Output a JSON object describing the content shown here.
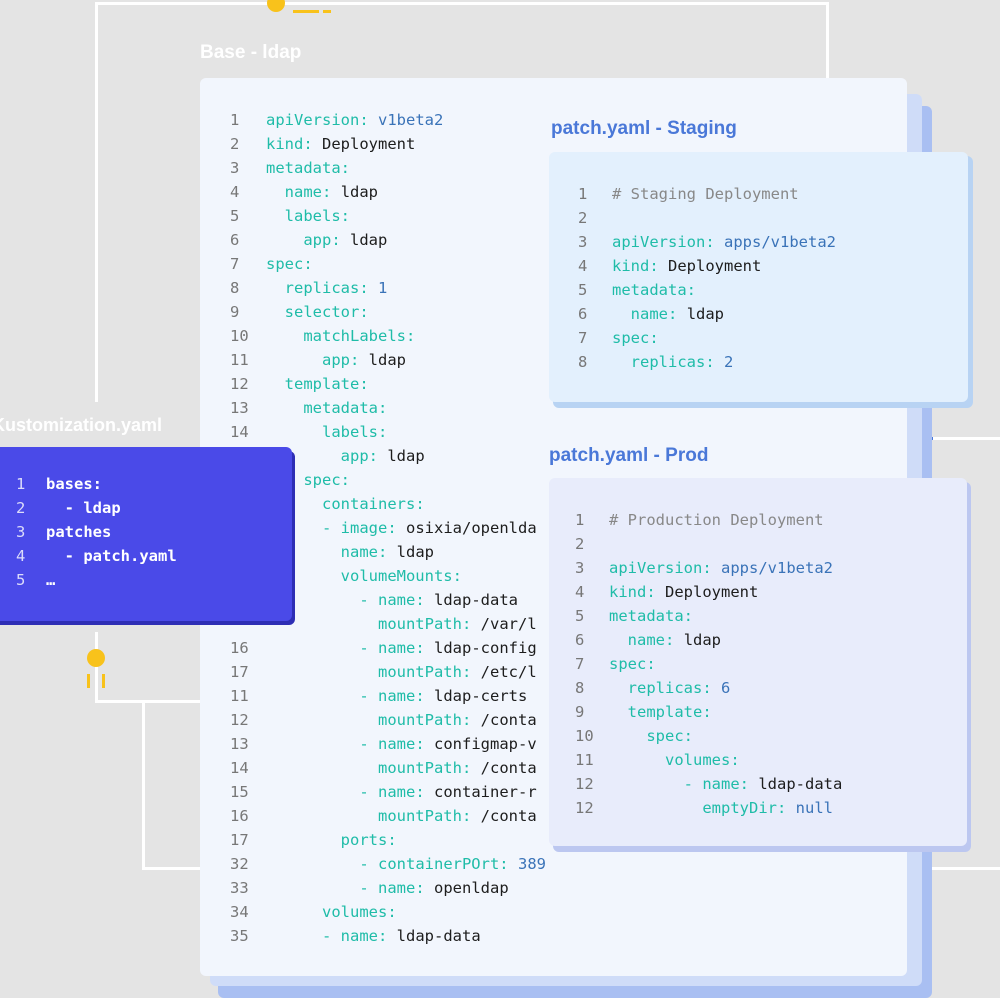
{
  "base": {
    "title": "Base - ldap",
    "lines": [
      {
        "n": "1",
        "i": "",
        "k": "apiVersion:",
        "v": "v1beta2",
        "vt": "n"
      },
      {
        "n": "2",
        "i": "",
        "k": "kind:",
        "v": "Deployment",
        "vt": "v"
      },
      {
        "n": "3",
        "i": "",
        "k": "metadata:",
        "v": "",
        "vt": "v"
      },
      {
        "n": "4",
        "i": "  ",
        "k": "name:",
        "v": "ldap",
        "vt": "v"
      },
      {
        "n": "5",
        "i": "  ",
        "k": "labels:",
        "v": "",
        "vt": "v"
      },
      {
        "n": "6",
        "i": "    ",
        "k": "app:",
        "v": "ldap",
        "vt": "v"
      },
      {
        "n": "7",
        "i": "",
        "k": "spec:",
        "v": "",
        "vt": "v"
      },
      {
        "n": "8",
        "i": "  ",
        "k": "replicas:",
        "v": "1",
        "vt": "n"
      },
      {
        "n": "9",
        "i": "  ",
        "k": "selector:",
        "v": "",
        "vt": "v"
      },
      {
        "n": "10",
        "i": "    ",
        "k": "matchLabels:",
        "v": "",
        "vt": "v"
      },
      {
        "n": "11",
        "i": "      ",
        "k": "app:",
        "v": "ldap",
        "vt": "v"
      },
      {
        "n": "12",
        "i": "  ",
        "k": "template:",
        "v": "",
        "vt": "v"
      },
      {
        "n": "13",
        "i": "    ",
        "k": "metadata:",
        "v": "",
        "vt": "v"
      },
      {
        "n": "14",
        "i": "      ",
        "k": "labels:",
        "v": "",
        "vt": "v"
      },
      {
        "n": "",
        "i": "        ",
        "k": "app:",
        "v": "ldap",
        "vt": "v"
      },
      {
        "n": "",
        "i": "    ",
        "k": "spec:",
        "v": "",
        "vt": "v"
      },
      {
        "n": "",
        "i": "      ",
        "k": "containers:",
        "v": "",
        "vt": "v"
      },
      {
        "n": "",
        "i": "      ",
        "k": "- image:",
        "v": "osixia/openlda",
        "vt": "v"
      },
      {
        "n": "",
        "i": "        ",
        "k": "name:",
        "v": "ldap",
        "vt": "v"
      },
      {
        "n": "",
        "i": "        ",
        "k": "volumeMounts:",
        "v": "",
        "vt": "v"
      },
      {
        "n": "",
        "i": "          ",
        "k": "- name:",
        "v": "ldap-data",
        "vt": "v"
      },
      {
        "n": "",
        "i": "            ",
        "k": "mountPath:",
        "v": "/var/l",
        "vt": "v"
      },
      {
        "n": "16",
        "i": "          ",
        "k": "- name:",
        "v": "ldap-config",
        "vt": "v"
      },
      {
        "n": "17",
        "i": "            ",
        "k": "mountPath:",
        "v": "/etc/l",
        "vt": "v"
      },
      {
        "n": "11",
        "i": "          ",
        "k": "- name:",
        "v": "ldap-certs",
        "vt": "v"
      },
      {
        "n": "12",
        "i": "            ",
        "k": "mountPath:",
        "v": "/conta",
        "vt": "v"
      },
      {
        "n": "13",
        "i": "          ",
        "k": "- name:",
        "v": "configmap-v",
        "vt": "v"
      },
      {
        "n": "14",
        "i": "            ",
        "k": "mountPath:",
        "v": "/conta",
        "vt": "v"
      },
      {
        "n": "15",
        "i": "          ",
        "k": "- name:",
        "v": "container-r",
        "vt": "v"
      },
      {
        "n": "16",
        "i": "            ",
        "k": "mountPath:",
        "v": "/conta",
        "vt": "v"
      },
      {
        "n": "17",
        "i": "        ",
        "k": "ports:",
        "v": "",
        "vt": "v"
      },
      {
        "n": "32",
        "i": "          ",
        "k": "- containerPOrt:",
        "v": "389",
        "vt": "n"
      },
      {
        "n": "33",
        "i": "          ",
        "k": "- name:",
        "v": "openldap",
        "vt": "v"
      },
      {
        "n": "34",
        "i": "      ",
        "k": "volumes:",
        "v": "",
        "vt": "v"
      },
      {
        "n": "35",
        "i": "      ",
        "k": "- name:",
        "v": "ldap-data",
        "vt": "v"
      }
    ]
  },
  "staging": {
    "title": "patch.yaml - Staging",
    "lines": [
      {
        "n": "1",
        "i": "",
        "k": "",
        "v": "# Staging Deployment",
        "vt": "c"
      },
      {
        "n": "2",
        "i": "",
        "k": "",
        "v": "",
        "vt": "v"
      },
      {
        "n": "3",
        "i": "",
        "k": "apiVersion:",
        "v": "apps/v1beta2",
        "vt": "n"
      },
      {
        "n": "4",
        "i": "",
        "k": "kind:",
        "v": "Deployment",
        "vt": "v"
      },
      {
        "n": "5",
        "i": "",
        "k": "metadata:",
        "v": "",
        "vt": "v"
      },
      {
        "n": "6",
        "i": "  ",
        "k": "name:",
        "v": "ldap",
        "vt": "v"
      },
      {
        "n": "7",
        "i": "",
        "k": "spec:",
        "v": "",
        "vt": "v"
      },
      {
        "n": "8",
        "i": "  ",
        "k": "replicas:",
        "v": "2",
        "vt": "n"
      }
    ]
  },
  "prod": {
    "title": "patch.yaml - Prod",
    "lines": [
      {
        "n": "1",
        "i": "",
        "k": "",
        "v": "# Production Deployment",
        "vt": "c"
      },
      {
        "n": "2",
        "i": "",
        "k": "",
        "v": "",
        "vt": "v"
      },
      {
        "n": "3",
        "i": "",
        "k": "apiVersion:",
        "v": "apps/v1beta2",
        "vt": "n"
      },
      {
        "n": "4",
        "i": "",
        "k": "kind:",
        "v": "Deployment",
        "vt": "v"
      },
      {
        "n": "5",
        "i": "",
        "k": "metadata:",
        "v": "",
        "vt": "v"
      },
      {
        "n": "6",
        "i": "  ",
        "k": "name:",
        "v": "ldap",
        "vt": "v"
      },
      {
        "n": "7",
        "i": "",
        "k": "spec:",
        "v": "",
        "vt": "v"
      },
      {
        "n": "8",
        "i": "  ",
        "k": "replicas:",
        "v": "6",
        "vt": "n"
      },
      {
        "n": "9",
        "i": "  ",
        "k": "template:",
        "v": "",
        "vt": "v"
      },
      {
        "n": "10",
        "i": "    ",
        "k": "spec:",
        "v": "",
        "vt": "v"
      },
      {
        "n": "11",
        "i": "      ",
        "k": "volumes:",
        "v": "",
        "vt": "v"
      },
      {
        "n": "12",
        "i": "        ",
        "k": "- name:",
        "v": "ldap-data",
        "vt": "v"
      },
      {
        "n": "12",
        "i": "          ",
        "k": "emptyDir:",
        "v": "null",
        "vt": "n"
      }
    ]
  },
  "kustomization": {
    "title": "Kustomization.yaml",
    "lines": [
      {
        "n": "1",
        "t": "bases:"
      },
      {
        "n": "2",
        "t": "  - ldap"
      },
      {
        "n": "3",
        "t": "patches"
      },
      {
        "n": "4",
        "t": "  - patch.yaml"
      },
      {
        "n": "5",
        "t": "…"
      }
    ]
  },
  "colors": {
    "background": "#e4e4e4",
    "key": "#1fbca8",
    "value": "#1d1d1d",
    "number": "#3a73b8",
    "comment": "#888888",
    "accent_blue": "#4a4ae8",
    "connector_blue": "#4a78d8",
    "dot_yellow": "#f8c21b"
  }
}
